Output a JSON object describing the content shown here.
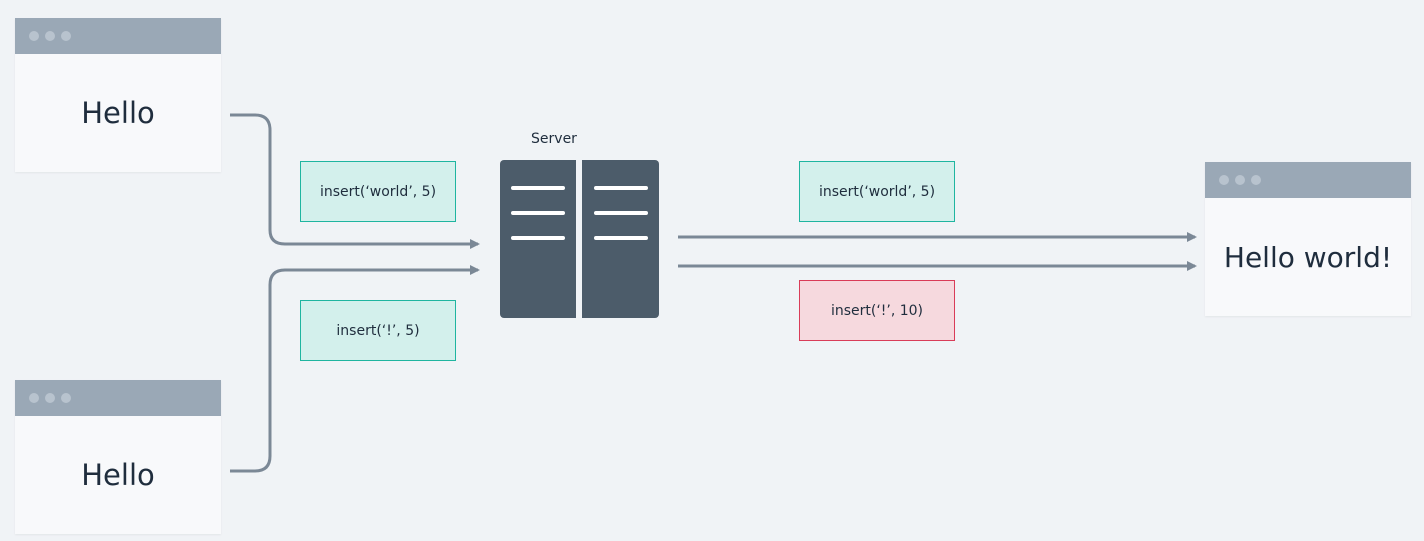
{
  "clients": {
    "a": {
      "text": "Hello"
    },
    "b": {
      "text": "Hello"
    },
    "c": {
      "text": "Hello world!"
    }
  },
  "server": {
    "label": "Server"
  },
  "operations": {
    "client_a_op": {
      "text": "insert(‘world’, 5)",
      "status": "ok"
    },
    "client_b_op": {
      "text": "insert(‘!’, 5)",
      "status": "ok"
    },
    "forward_op_1": {
      "text": "insert(‘world’, 5)",
      "status": "ok"
    },
    "forward_op_2": {
      "text": "insert(‘!’, 10)",
      "status": "error"
    }
  },
  "colors": {
    "ok_fill": "#d3f0ec",
    "ok_border": "#1fb5a0",
    "error_fill": "#f6d9de",
    "error_border": "#d93c58",
    "server": "#4c5c6a",
    "connector": "#7b8896",
    "titlebar": "#9aa8b6",
    "background": "#f0f3f6"
  },
  "icons": {
    "window_controls": "three-dots-icon",
    "server": "server-rack-icon",
    "arrow": "arrow-right-icon"
  }
}
